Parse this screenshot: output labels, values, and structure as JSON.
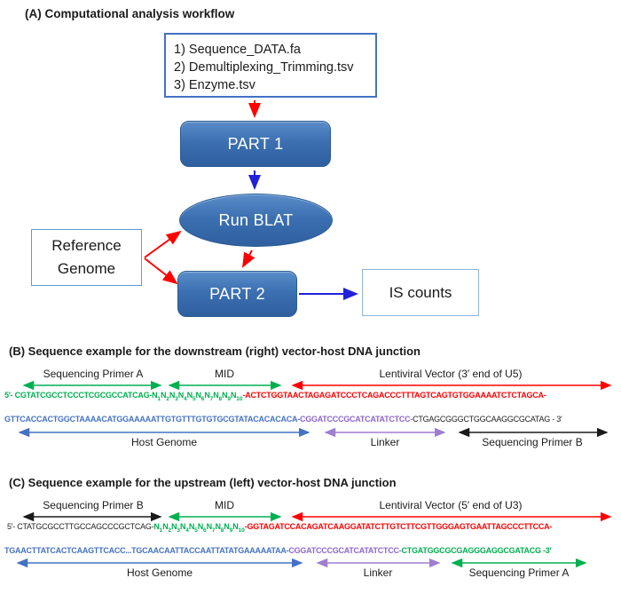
{
  "section_a": {
    "title": "(A) Computational analysis workflow",
    "input_box": {
      "items": [
        "1) Sequence_DATA.fa",
        "2) Demultiplexing_Trimming.tsv",
        "3) Enzyme.tsv"
      ]
    },
    "nodes": {
      "part1": "PART 1",
      "run_blat": "Run BLAT",
      "part2": "PART 2",
      "reference_genome": "Reference Genome",
      "is_counts": "IS counts"
    }
  },
  "section_b": {
    "title": "(B) Sequence example for the downstream (right) vector-host DNA junction",
    "labels": {
      "primer_a": "Sequencing Primer A",
      "mid": "MID",
      "vector": "Lentiviral Vector (3′ end of U5)",
      "host": "Host Genome",
      "linker": "Linker",
      "primer_b": "Sequencing Primer B"
    },
    "line1": [
      {
        "t": "5′- CGTATCGCCTCCCTCGCGCCATCAG-",
        "c": "green"
      },
      {
        "t": "N1N2N3N4N5N6N7N8N9N10",
        "c": "green",
        "subs": true
      },
      {
        "t": "-ACTCTGGTAACTAGAGATCCCTCAGACCCTTTAGTCAGTGTGGAAAATCTCTAGCA-",
        "c": "red"
      }
    ],
    "line2": [
      {
        "t": "GTTCACCACTGGCTAAAACATGGAAAAATTGTGTTTGTGTGCGTATACACACACA-",
        "c": "blue"
      },
      {
        "t": "CGGATCCCGCATCATATCTCC-",
        "c": "purple"
      },
      {
        "t": "CTGAGCGGGCTGGCAAGGCGCATAG - 3′",
        "c": "black"
      }
    ]
  },
  "section_c": {
    "title": "(C) Sequence example for the upstream (left) vector-host DNA junction",
    "labels": {
      "primer_b": "Sequencing Primer B",
      "mid": "MID",
      "vector": "Lentiviral Vector (5′ end of U3)",
      "host": "Host Genome",
      "linker": "Linker",
      "primer_a": "Sequencing Primer A"
    },
    "line1": [
      {
        "t": "5′- CTATGCGCCTTGCCAGCCCGCTCAG-",
        "c": "black"
      },
      {
        "t": "N1N2N3N4N5N6N7N8N9N10",
        "c": "green",
        "subs": true
      },
      {
        "t": "-GGTAGATCCACAGATCAAGGATATCTTGTCTTCGTTGGGAGTGAATTAGCCCTTCCA-",
        "c": "red"
      }
    ],
    "line2": [
      {
        "t": "TGAACTTATCACTCAAGTTCACC...TGCAACAATTACCAATTATATGAAAAATAA-",
        "c": "blue"
      },
      {
        "t": "CGGATCCCGCATCATATCTCC-",
        "c": "purple"
      },
      {
        "t": "CTGATGGCGCGAGGGAGGCGATACG -3′",
        "c": "green"
      }
    ]
  },
  "colors": {
    "primer_green": "#00B050",
    "vector_red": "#FF0000",
    "host_blue": "#4472C4",
    "linker_purple": "#8C66CC",
    "flow_arrow_blue": "#2020DD",
    "node_fill_blue": "#3C70B2"
  }
}
